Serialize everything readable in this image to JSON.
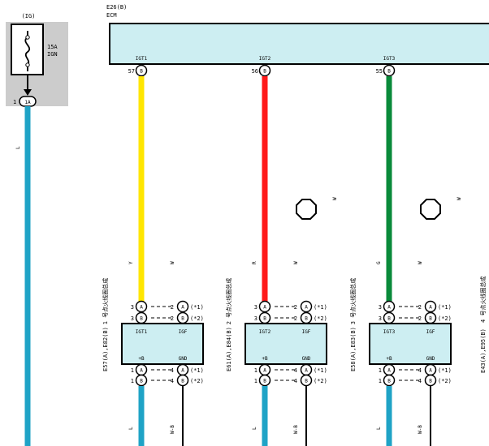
{
  "fuse": {
    "header": "(IG)",
    "rating": "15A",
    "name": "IGN",
    "pin_num": "1",
    "pin_conn": "1A",
    "wire_color": "L",
    "wire_hex": "#1fa3c6"
  },
  "ecm": {
    "ref": "E26(B)",
    "name": "ECM",
    "box_fill": "#cdeef2"
  },
  "colors": {
    "yellow": "#ffe600",
    "red": "#ff1a1a",
    "green": "#0a8a3a",
    "blue": "#1fa3c6",
    "black": "#000000",
    "panel": "#cccccc"
  },
  "circuits": [
    {
      "terminal": "IGT1",
      "pin_num": "57",
      "pin_conn": "B",
      "wire_label": "Y",
      "wire_hex": "#ffe600",
      "w_label": "W",
      "coil_ref": "E57(A),E82(B)",
      "coil_name": "1 号点火线圈总成",
      "label_igt": "IGT1",
      "label_igf": "IGF",
      "label_b": "+B",
      "label_gnd": "GND",
      "top_left": [
        {
          "num": "3",
          "conn": "A"
        },
        {
          "num": "3",
          "conn": "B"
        }
      ],
      "top_right": [
        {
          "num": "2",
          "conn": "A",
          "note": "(*1)"
        },
        {
          "num": "2",
          "conn": "B",
          "note": "(*2)"
        }
      ],
      "bot_left": [
        {
          "num": "1",
          "conn": "A"
        },
        {
          "num": "1",
          "conn": "B"
        }
      ],
      "bot_right": [
        {
          "num": "4",
          "conn": "A",
          "note": "(*1)"
        },
        {
          "num": "4",
          "conn": "B",
          "note": "(*2)"
        }
      ],
      "bottom_left_label": "L",
      "bottom_right_label": "W-B"
    },
    {
      "terminal": "IGT2",
      "pin_num": "56",
      "pin_conn": "B",
      "wire_label": "R",
      "wire_hex": "#ff1a1a",
      "w_label": "W",
      "coil_ref": "E61(A),E84(B)",
      "coil_name": "2 号点火线圈总成",
      "label_igt": "IGT2",
      "label_igf": "IGF",
      "label_b": "+B",
      "label_gnd": "GND",
      "top_left": [
        {
          "num": "3",
          "conn": "A"
        },
        {
          "num": "3",
          "conn": "B"
        }
      ],
      "top_right": [
        {
          "num": "2",
          "conn": "A",
          "note": "(*1)"
        },
        {
          "num": "2",
          "conn": "B",
          "note": "(*2)"
        }
      ],
      "bot_left": [
        {
          "num": "1",
          "conn": "A"
        },
        {
          "num": "1",
          "conn": "B"
        }
      ],
      "bot_right": [
        {
          "num": "4",
          "conn": "A",
          "note": "(*1)"
        },
        {
          "num": "4",
          "conn": "B",
          "note": "(*2)"
        }
      ],
      "bottom_left_label": "L",
      "bottom_right_label": "W-B"
    },
    {
      "terminal": "IGT3",
      "pin_num": "55",
      "pin_conn": "B",
      "wire_label": "G",
      "wire_hex": "#0a8a3a",
      "w_label": "W",
      "coil_ref": "E58(A),E83(B)",
      "coil_name": "3 号点火线圈总成",
      "label_igt": "IGT3",
      "label_igf": "IGF",
      "label_b": "+B",
      "label_gnd": "GND",
      "top_left": [
        {
          "num": "3",
          "conn": "A"
        },
        {
          "num": "3",
          "conn": "B"
        }
      ],
      "top_right": [
        {
          "num": "2",
          "conn": "A",
          "note": "(*1)"
        },
        {
          "num": "2",
          "conn": "B",
          "note": "(*2)"
        }
      ],
      "bot_left": [
        {
          "num": "1",
          "conn": "A"
        },
        {
          "num": "1",
          "conn": "B"
        }
      ],
      "bot_right": [
        {
          "num": "4",
          "conn": "A",
          "note": "(*1)"
        },
        {
          "num": "4",
          "conn": "B",
          "note": "(*2)"
        }
      ],
      "bottom_left_label": "L",
      "bottom_right_label": "W-B"
    }
  ],
  "partial_coil": {
    "coil_ref": "E43(A),E95(B)",
    "coil_name": "4 号点火线圈总成"
  }
}
